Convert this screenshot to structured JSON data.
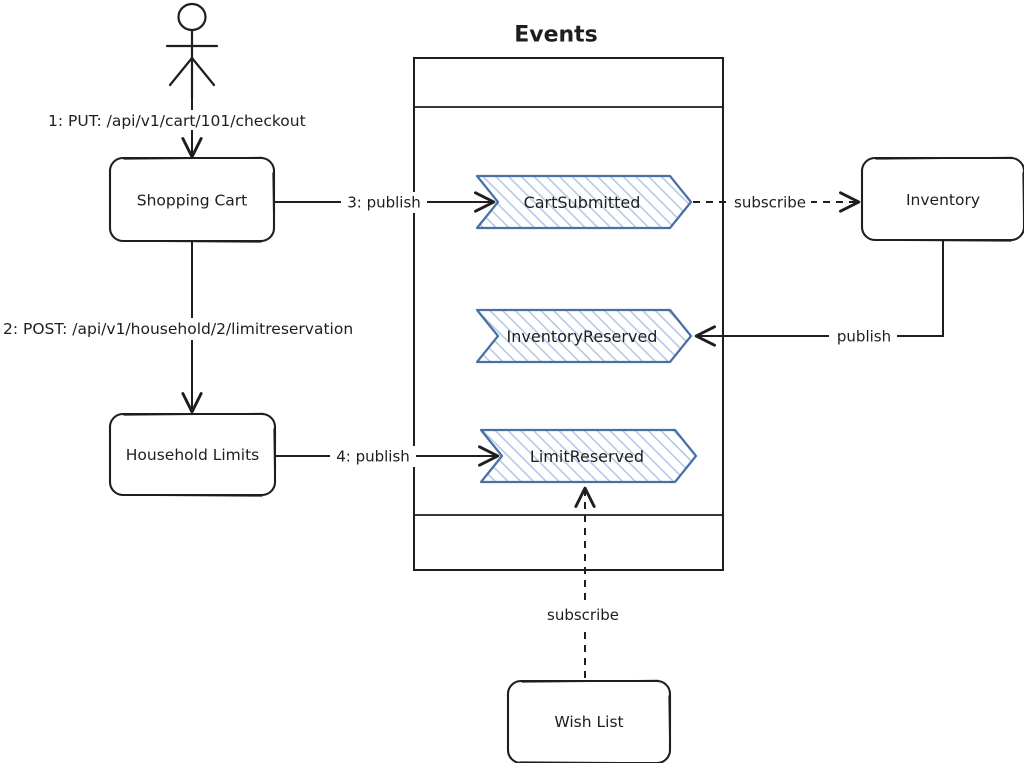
{
  "diagram": {
    "type": "event-driven-architecture-sequence",
    "title": "Events",
    "actor": {
      "name": "actor-stick-figure",
      "label": ""
    },
    "services": [
      {
        "id": "shopping-cart",
        "label": "Shopping Cart"
      },
      {
        "id": "household-limits",
        "label": "Household Limits"
      },
      {
        "id": "inventory",
        "label": "Inventory"
      },
      {
        "id": "wish-list",
        "label": "Wish List"
      }
    ],
    "events": [
      {
        "id": "cart-submitted",
        "label": "CartSubmitted"
      },
      {
        "id": "inventory-reserved",
        "label": "InventoryReserved"
      },
      {
        "id": "limit-reserved",
        "label": "LimitReserved"
      }
    ],
    "edges": [
      {
        "id": "actor-to-cart",
        "label": "1: PUT: /api/v1/cart/101/checkout",
        "style": "solid"
      },
      {
        "id": "cart-to-household",
        "label": "2: POST: /api/v1/household/2/limitreservation",
        "style": "solid"
      },
      {
        "id": "cart-publish-cartsubmitted",
        "label": "3: publish",
        "style": "solid"
      },
      {
        "id": "cartsubmitted-subscribe-inventory",
        "label": "subscribe",
        "style": "dashed"
      },
      {
        "id": "inventory-publish-inventoryreserved",
        "label": "publish",
        "style": "solid"
      },
      {
        "id": "household-publish-limitreserved",
        "label": "4: publish",
        "style": "solid"
      },
      {
        "id": "wishlist-subscribe-limitreserved",
        "label": "subscribe",
        "style": "dashed"
      }
    ],
    "colors": {
      "stroke": "#1e1e1e",
      "event_stroke": "#4a6fa5",
      "event_fill_hatch": "#a8c0e0",
      "background": "#ffffff"
    }
  }
}
